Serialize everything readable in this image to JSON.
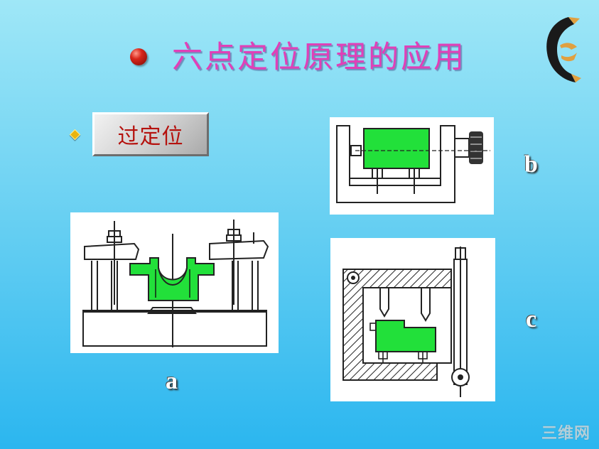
{
  "slide": {
    "title": "六点定位原理的应用",
    "tag_label": "过定位",
    "fixture_labels": {
      "a": "a",
      "b": "b",
      "c": "c"
    },
    "watermark": "三维网"
  },
  "colors": {
    "workpiece_fill": "#22e03a",
    "title_text": "#e040b8",
    "tag_text": "#b5120e",
    "bullet": "#d8261a",
    "diamond": "#e9b40e"
  },
  "icons": [
    "sphere-bullet-icon",
    "diamond-bullet-icon",
    "curled-page-logo-icon"
  ]
}
